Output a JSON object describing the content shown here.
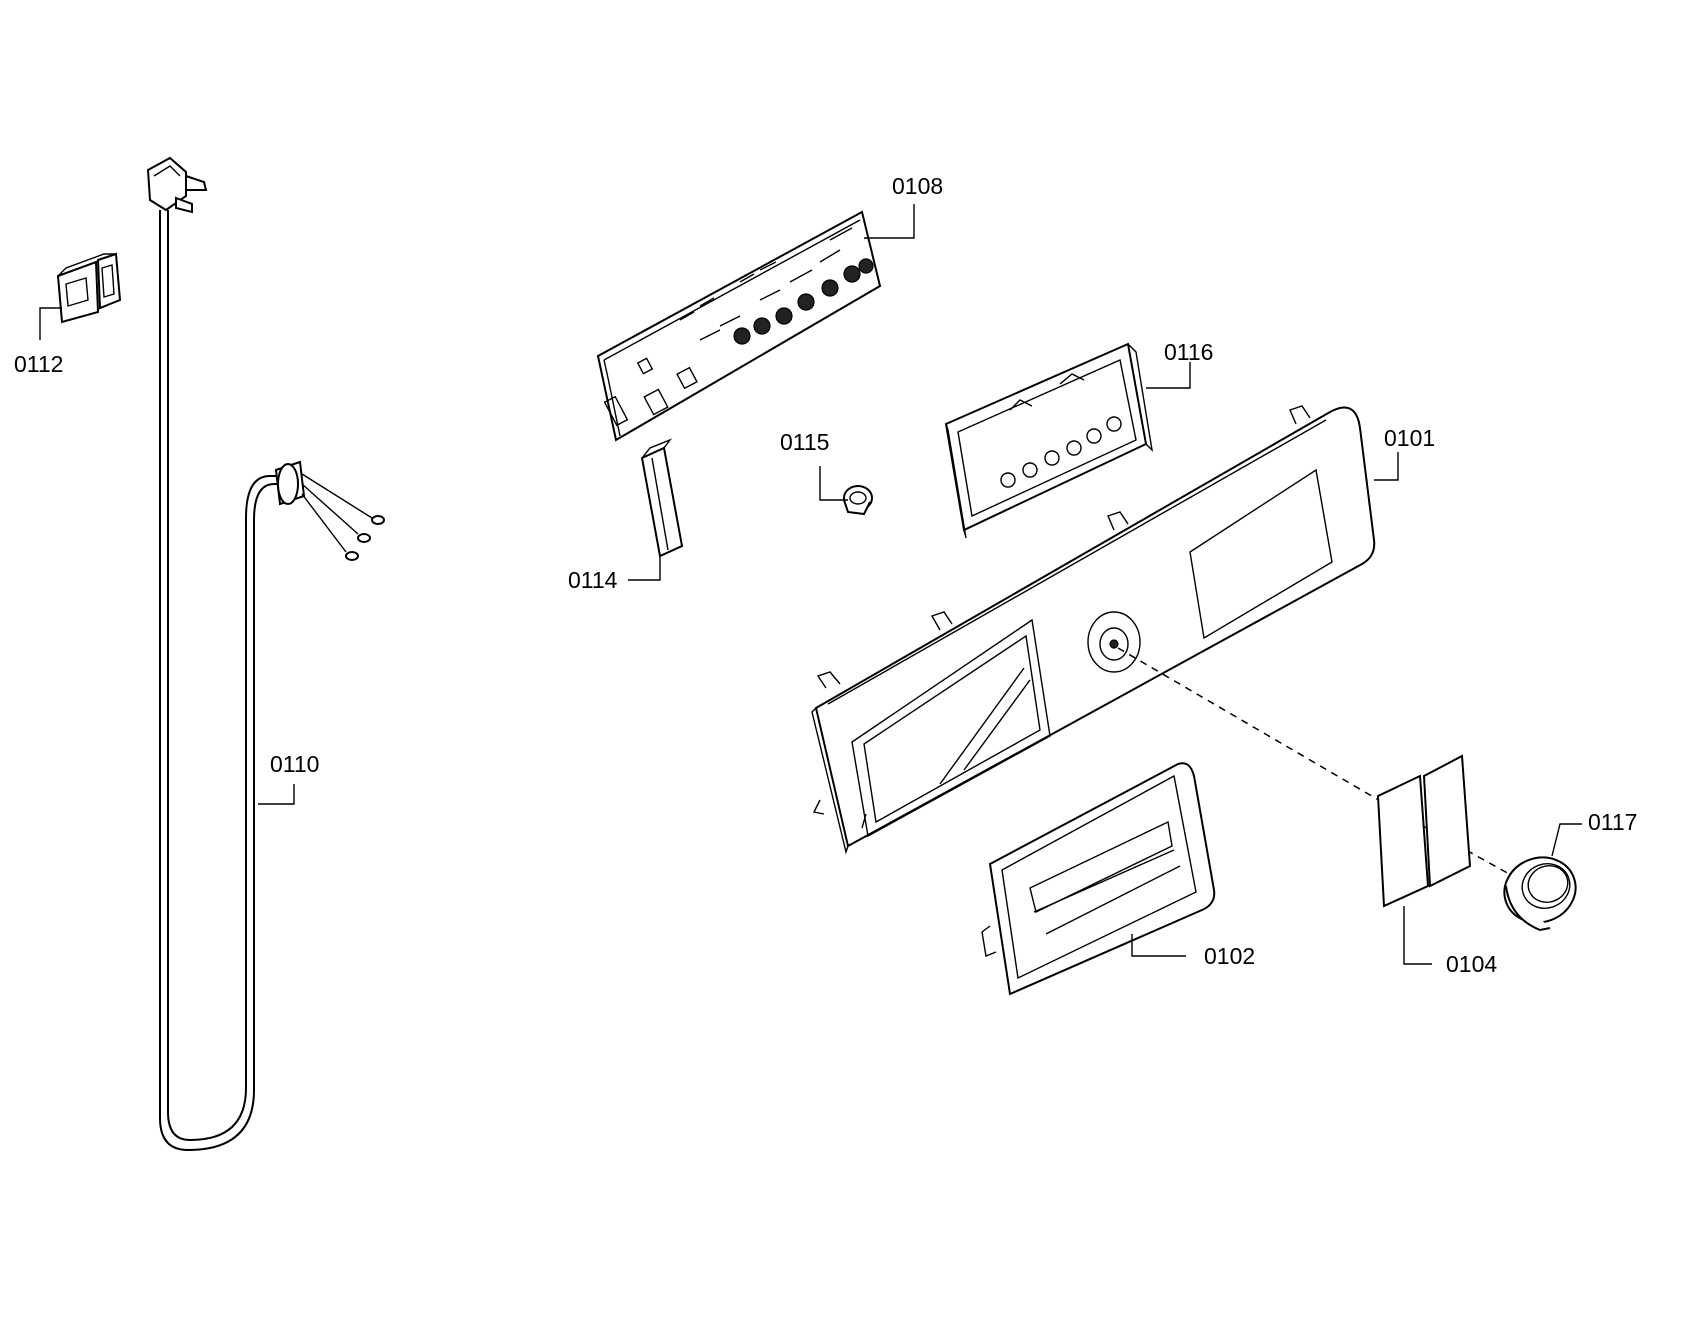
{
  "parts": [
    {
      "id": "0112",
      "label": "0112"
    },
    {
      "id": "0110",
      "label": "0110"
    },
    {
      "id": "0108",
      "label": "0108"
    },
    {
      "id": "0114",
      "label": "0114"
    },
    {
      "id": "0115",
      "label": "0115"
    },
    {
      "id": "0116",
      "label": "0116"
    },
    {
      "id": "0101",
      "label": "0101"
    },
    {
      "id": "0102",
      "label": "0102"
    },
    {
      "id": "0104",
      "label": "0104"
    },
    {
      "id": "0117",
      "label": "0117"
    }
  ]
}
